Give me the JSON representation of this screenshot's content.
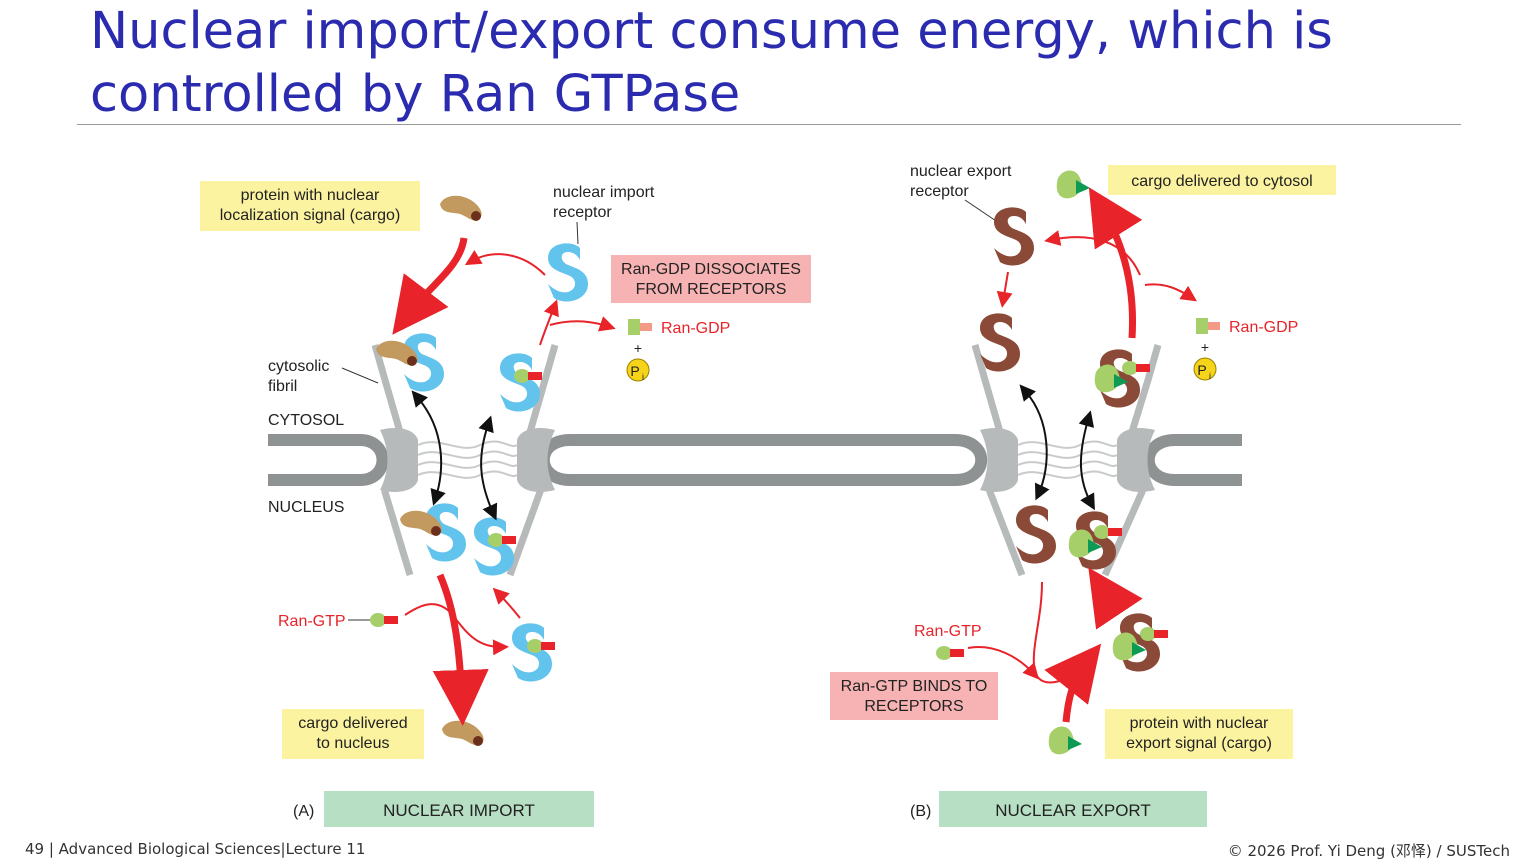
{
  "slide": {
    "title_line1": "Nuclear import/export consume energy, which is",
    "title_line2": "controlled by Ran GTPase",
    "footer_left": "49 | Advanced Biological Sciences|Lecture 11",
    "footer_right": "© 2026 Prof. Yi Deng (邓怿) / SUSTech"
  },
  "diagram": {
    "labels": {
      "cytosol": "CYTOSOL",
      "nucleus": "NUCLEUS",
      "cytosolic_fibril_1": "cytosolic",
      "cytosolic_fibril_2": "fibril",
      "import_receptor_1": "nuclear import",
      "import_receptor_2": "receptor",
      "export_receptor_1": "nuclear export",
      "export_receptor_2": "receptor",
      "ran_gdp_left": "Ran-GDP",
      "ran_gdp_right": "Ran-GDP",
      "ran_gtp_left": "Ran-GTP",
      "ran_gtp_right": "Ran-GTP",
      "plus": "+",
      "pi": "P",
      "pi_sub": "i"
    },
    "boxes": {
      "import_cargo_1": "protein with nuclear",
      "import_cargo_2": "localization signal (cargo)",
      "ran_gdp_dissociates_1": "Ran-GDP DISSOCIATES",
      "ran_gdp_dissociates_2": "FROM RECEPTORS",
      "cargo_to_nucleus_1": "cargo delivered",
      "cargo_to_nucleus_2": "to nucleus",
      "cargo_to_cytosol": "cargo delivered to cytosol",
      "ran_gtp_binds_1": "Ran-GTP BINDS TO",
      "ran_gtp_binds_2": "RECEPTORS",
      "export_cargo_1": "protein with nuclear",
      "export_cargo_2": "export signal (cargo)"
    },
    "panels": {
      "a_letter": "(A)",
      "a_label": "NUCLEAR IMPORT",
      "b_letter": "(B)",
      "b_label": "NUCLEAR EXPORT"
    },
    "colors": {
      "label_box_yellow": "#fcf3a0",
      "label_box_pink": "#f7b3b3",
      "panel_green": "#b7dfc3",
      "arrow_red": "#e8232a",
      "import_receptor": "#62c3ec",
      "export_receptor": "#8b4a38",
      "membrane_gray": "#8e9292",
      "ran_green": "#a6cf6a",
      "pi_yellow": "#f6d41a"
    }
  }
}
